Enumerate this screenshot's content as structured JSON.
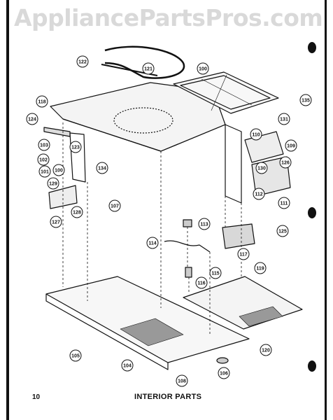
{
  "watermark": "AppliancePartsPros.com",
  "page_number": "10",
  "title": "INTERIOR PARTS",
  "callouts": [
    "122",
    "121",
    "100",
    "118",
    "124",
    "123",
    "103",
    "102",
    "101",
    "100",
    "134",
    "128",
    "127",
    "129",
    "107",
    "135",
    "131",
    "109",
    "110",
    "126",
    "130",
    "112",
    "111",
    "125",
    "113",
    "114",
    "117",
    "115",
    "116",
    "119",
    "105",
    "104",
    "108",
    "106",
    "120"
  ]
}
